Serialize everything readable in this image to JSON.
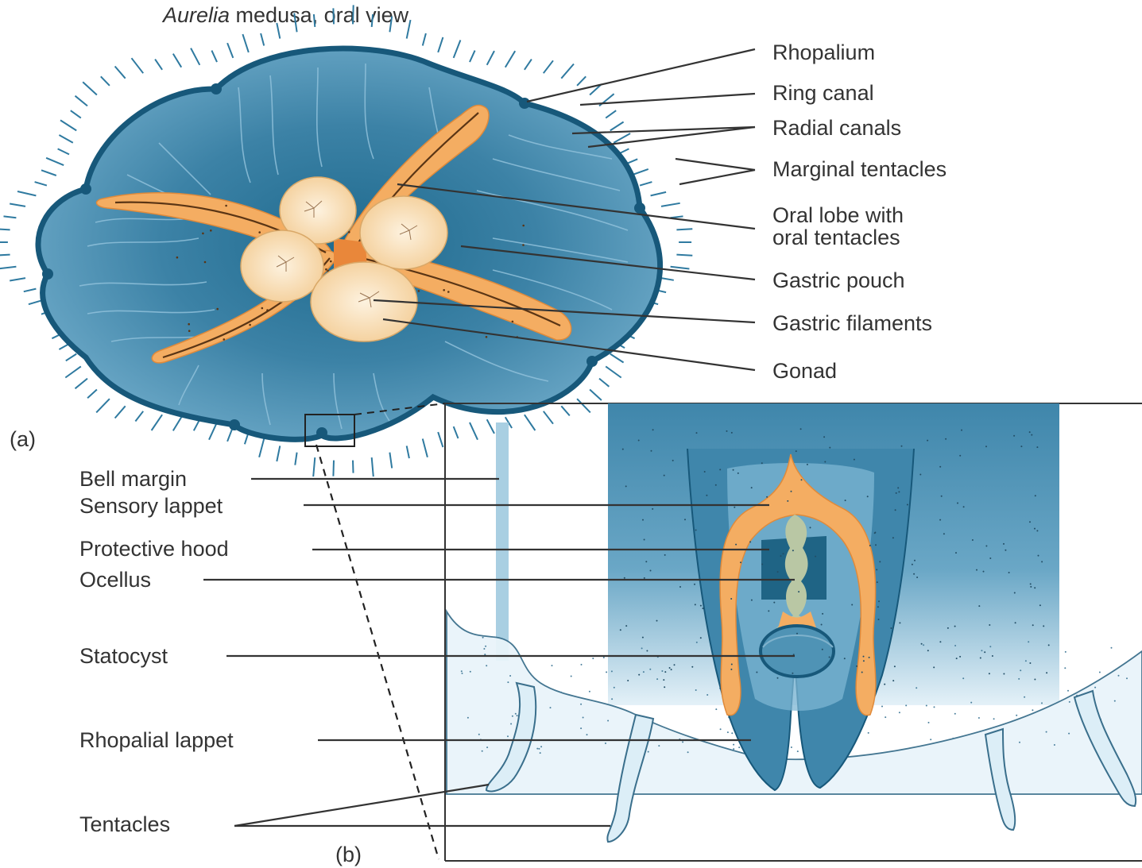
{
  "title": {
    "italic": "Aurelia",
    "rest": " medusa, oral view"
  },
  "panel_a_label": "(a)",
  "panel_b_label": "(b)",
  "labels_a": {
    "rhopalium": "Rhopalium",
    "ring_canal": "Ring canal",
    "radial_canals": "Radial canals",
    "marginal_tentacles": "Marginal tentacles",
    "oral_lobe_line1": "Oral lobe with",
    "oral_lobe_line2": "oral tentacles",
    "gastric_pouch": "Gastric pouch",
    "gastric_filaments": "Gastric filaments",
    "gonad": "Gonad"
  },
  "labels_b": {
    "bell_margin": "Bell margin",
    "sensory_lappet": "Sensory lappet",
    "protective_hood": "Protective hood",
    "ocellus": "Ocellus",
    "statocyst": "Statocyst",
    "rhopalial_lappet": "Rhopalial lappet",
    "tentacles": "Tentacles"
  },
  "colors": {
    "bell": "#4f93b5",
    "bell_dark": "#1f6485",
    "bell_edge": "#17587a",
    "gonad": "#f6d9ae",
    "oral_arm": "#f4ad62",
    "center": "#e9873a",
    "tentacle": "#dceef7",
    "text": "#333333"
  }
}
